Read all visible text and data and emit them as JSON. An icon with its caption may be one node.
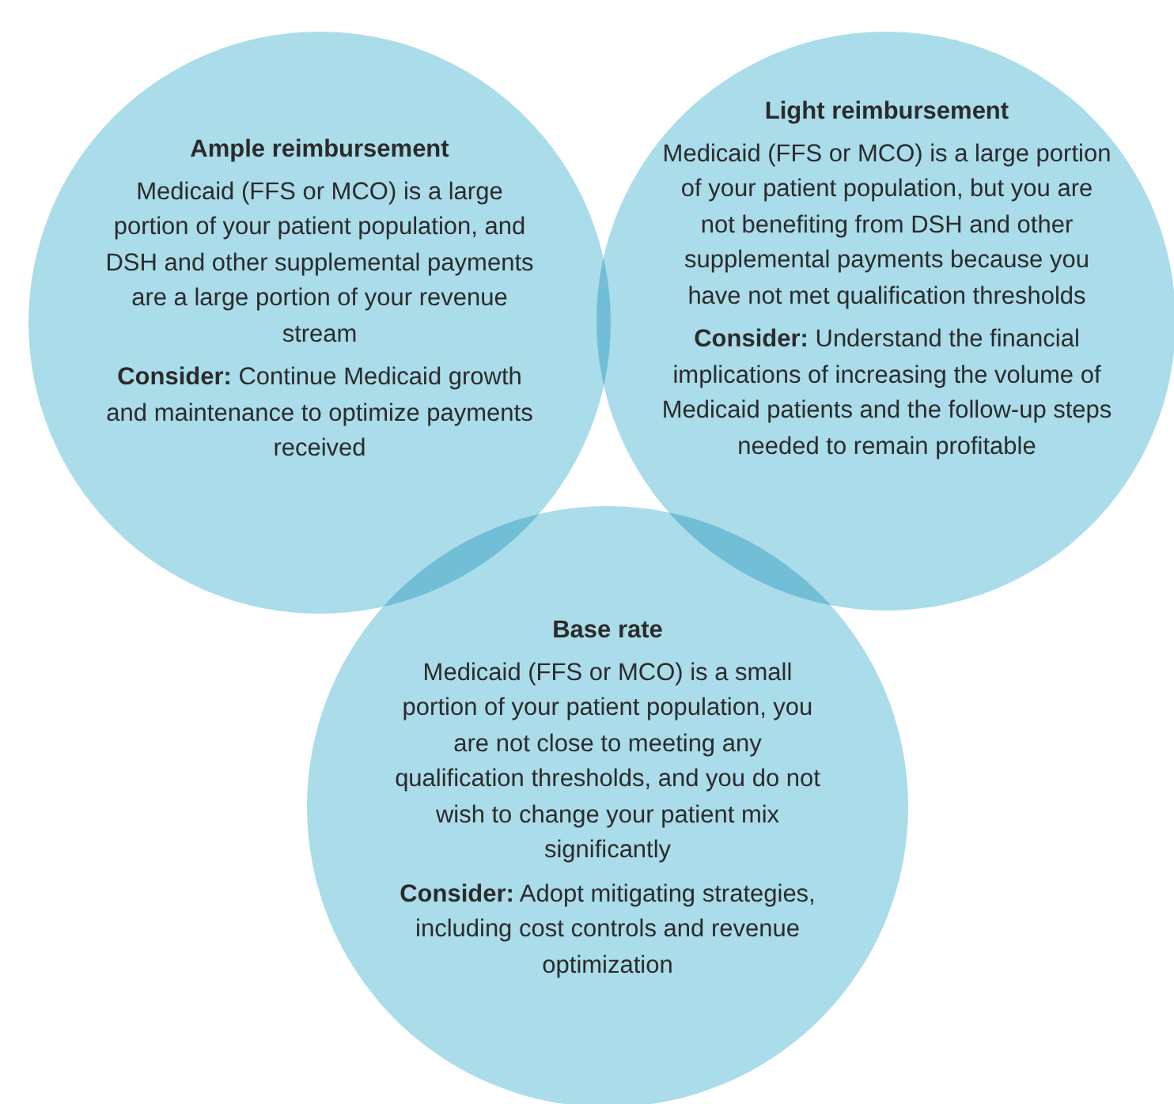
{
  "diagram": {
    "nodes": [
      {
        "text": [
          "Ample reimbursement",
          "Medicaid (FFS or MCO) is a large portion of your patient population, and DSH and other supplemental payments are a large portion of your revenue stream",
          "**Consider:** Continue Medicaid growth and maintenance to optimize payments received"
        ]
      },
      {
        "text": [
          "Light reimbursement",
          "Medicaid (FFS or MCO) is a large portion of your patient population, but you are not benefiting from DSH and other supplemental payments because you have not met qualification thresholds",
          "**Consider:** Understand the financial implications of increasing the volume of Medicaid patients and the follow-up steps needed to remain profitable"
        ]
      },
      {
        "text": [
          "Base rate",
          "Medicaid (FFS or MCO) is a small portion of your patient population, you are not close to meeting any qualification thresholds, and you do not wish to change your patient mix significantly",
          "**Consider:** Adopt mitigating strategies, including cost controls and revenue optimization"
        ]
      }
    ],
    "edges": []
  }
}
